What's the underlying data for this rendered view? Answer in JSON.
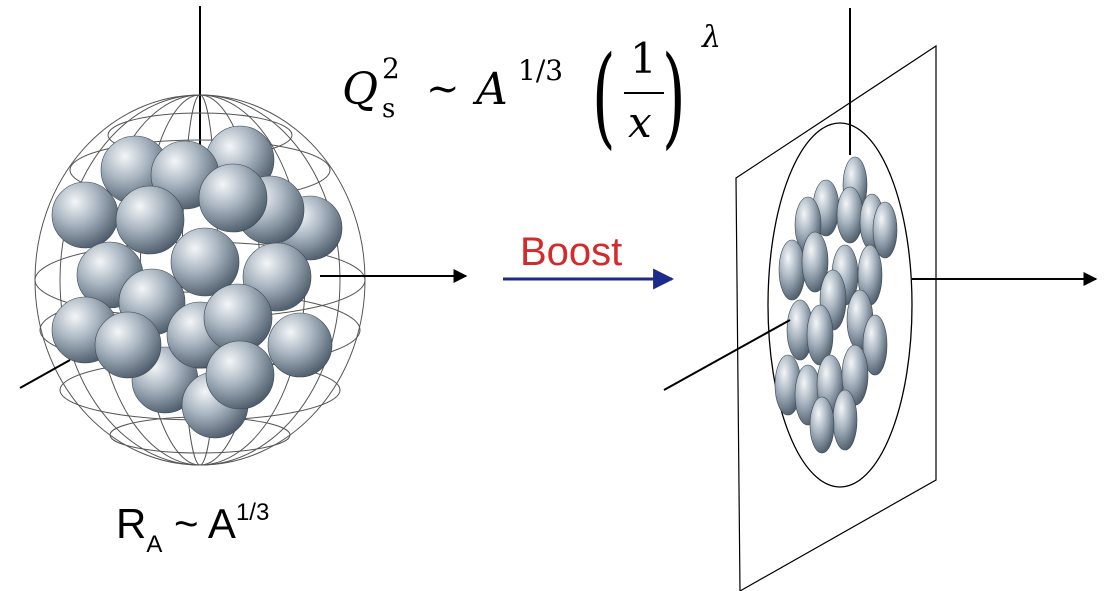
{
  "formula": {
    "Q": "Q",
    "Q_sup": "2",
    "Q_sub": "s",
    "sim": "~",
    "A": "A",
    "A_sup": "1/3",
    "lparen": "(",
    "numerator": "1",
    "denominator": "x",
    "rparen": ")",
    "exponent": "λ"
  },
  "radius_label": {
    "R": "R",
    "R_sub": "A",
    "sim": " ~ ",
    "A": "A",
    "A_sup": "1/3"
  },
  "boost_label": "Boost",
  "colors": {
    "boost_text": "#d42a2a",
    "boost_arrow": "#1d2a8a",
    "nucleon_light": "#f4f6f8",
    "nucleon_mid": "#9aa8b6",
    "nucleon_dark": "#4b5a69"
  }
}
